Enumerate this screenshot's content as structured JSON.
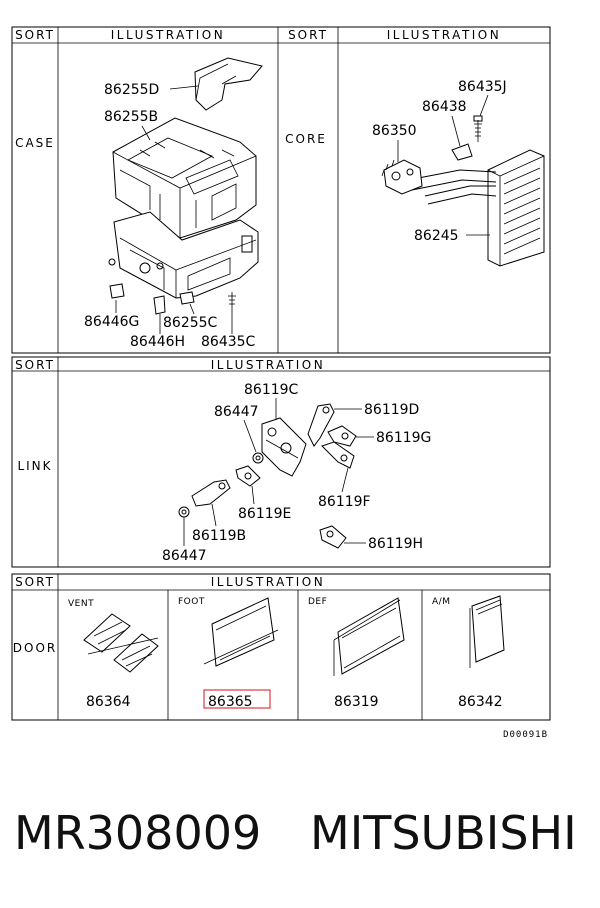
{
  "headers": {
    "sort": "SORT",
    "illustration": "ILLUSTRATION"
  },
  "sections": {
    "case": {
      "label": "CASE",
      "parts": [
        "86255D",
        "86255B",
        "86446G",
        "86255C",
        "86446H",
        "86435C"
      ]
    },
    "core": {
      "label": "CORE",
      "parts": [
        "86435J",
        "86438",
        "86350",
        "86245"
      ]
    },
    "link": {
      "label": "LINK",
      "parts": [
        "86119C",
        "86447",
        "86119D",
        "86119G",
        "86119E",
        "86119F",
        "86119B",
        "86447",
        "86119H"
      ]
    },
    "door": {
      "label": "DOOR",
      "cells": [
        {
          "title": "VENT",
          "part": "86364"
        },
        {
          "title": "FOOT",
          "part": "86365",
          "highlighted": true
        },
        {
          "title": "DEF",
          "part": "86319"
        },
        {
          "title": "A/M",
          "part": "86342"
        }
      ]
    }
  },
  "drawing_code": "D00091B",
  "highlight_color": "#e0393e",
  "footer": {
    "part_number": "MR308009",
    "brand": "MITSUBISHI"
  }
}
